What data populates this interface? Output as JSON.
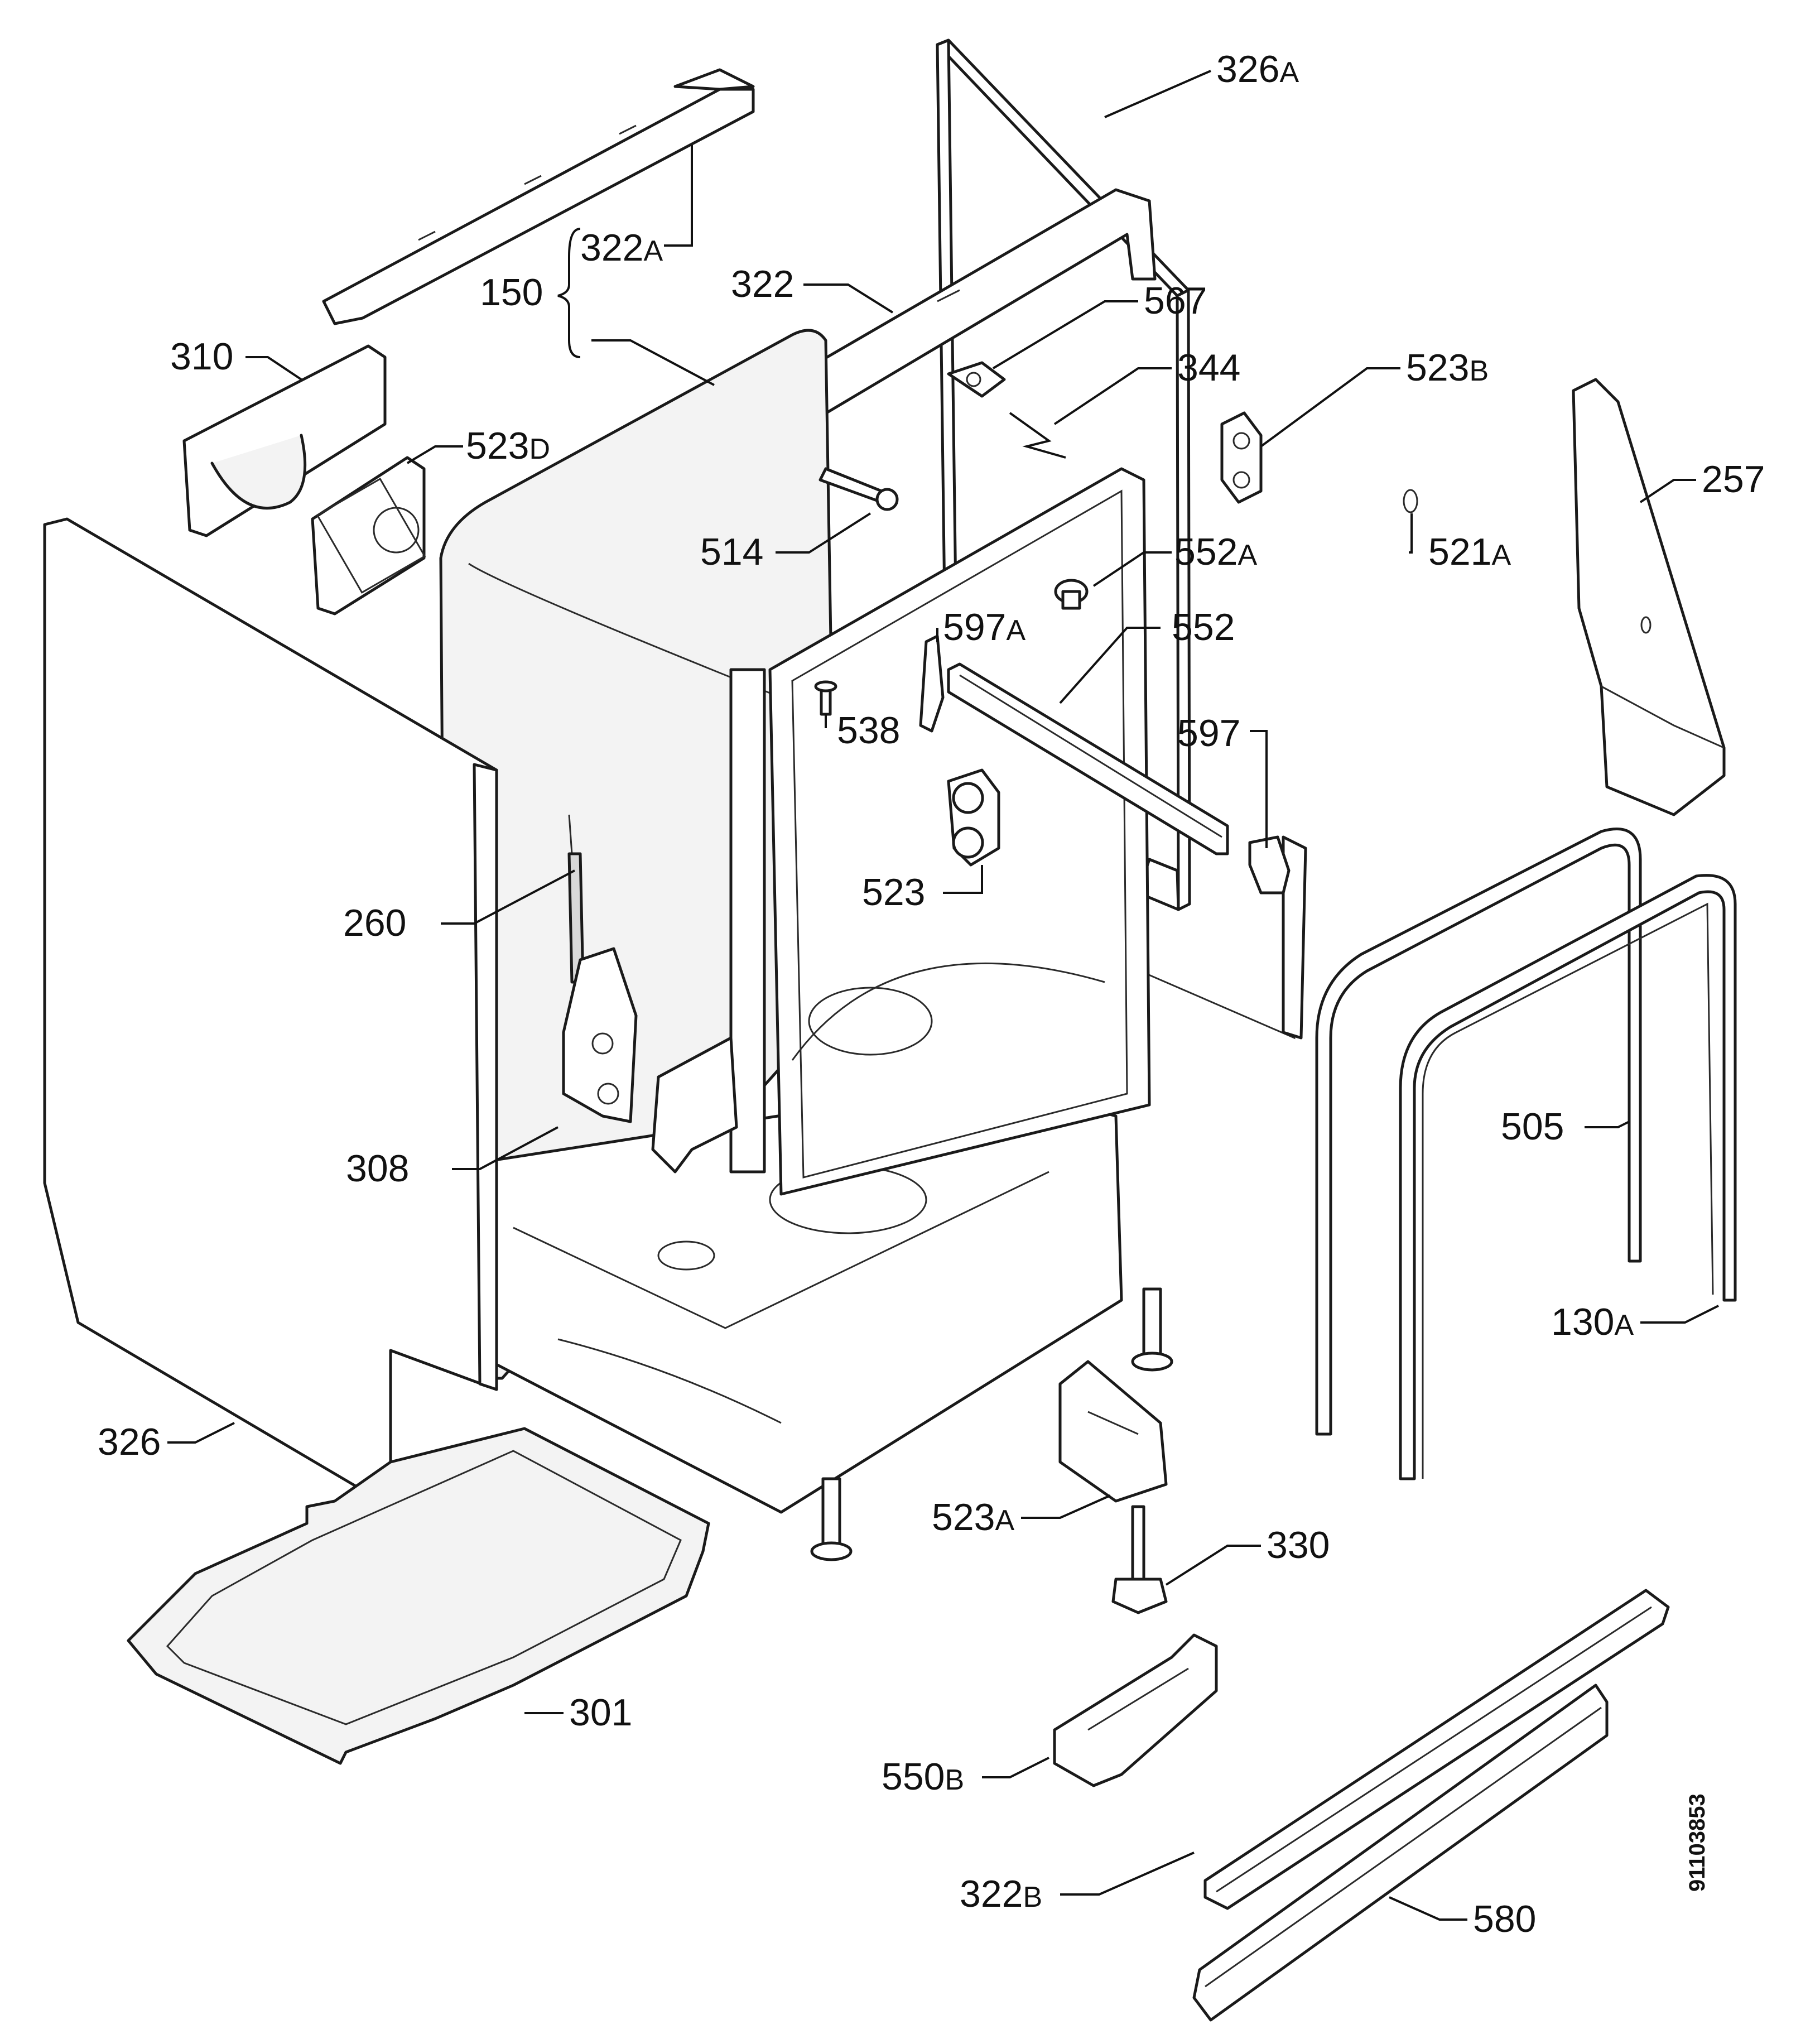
{
  "diagram": {
    "labels": [
      {
        "id": "326A",
        "num": "326",
        "sfx": "A"
      },
      {
        "id": "322A",
        "num": "322",
        "sfx": "A"
      },
      {
        "id": "150",
        "num": "150",
        "sfx": ""
      },
      {
        "id": "322",
        "num": "322",
        "sfx": ""
      },
      {
        "id": "567",
        "num": "567",
        "sfx": ""
      },
      {
        "id": "310",
        "num": "310",
        "sfx": ""
      },
      {
        "id": "344",
        "num": "344",
        "sfx": ""
      },
      {
        "id": "523B",
        "num": "523",
        "sfx": "B"
      },
      {
        "id": "523D",
        "num": "523",
        "sfx": "D"
      },
      {
        "id": "257",
        "num": "257",
        "sfx": ""
      },
      {
        "id": "514",
        "num": "514",
        "sfx": ""
      },
      {
        "id": "521A",
        "num": "521",
        "sfx": "A"
      },
      {
        "id": "552A",
        "num": "552",
        "sfx": "A"
      },
      {
        "id": "597A",
        "num": "597",
        "sfx": "A"
      },
      {
        "id": "552",
        "num": "552",
        "sfx": ""
      },
      {
        "id": "538",
        "num": "538",
        "sfx": ""
      },
      {
        "id": "597",
        "num": "597",
        "sfx": ""
      },
      {
        "id": "523",
        "num": "523",
        "sfx": ""
      },
      {
        "id": "260",
        "num": "260",
        "sfx": ""
      },
      {
        "id": "505",
        "num": "505",
        "sfx": ""
      },
      {
        "id": "308",
        "num": "308",
        "sfx": ""
      },
      {
        "id": "130A",
        "num": "130",
        "sfx": "A"
      },
      {
        "id": "326",
        "num": "326",
        "sfx": ""
      },
      {
        "id": "523A",
        "num": "523",
        "sfx": "A"
      },
      {
        "id": "330",
        "num": "330",
        "sfx": ""
      },
      {
        "id": "301",
        "num": "301",
        "sfx": ""
      },
      {
        "id": "550B",
        "num": "550",
        "sfx": "B"
      },
      {
        "id": "322B",
        "num": "322",
        "sfx": "B"
      },
      {
        "id": "580",
        "num": "580",
        "sfx": ""
      }
    ],
    "document_number": "91103853"
  }
}
